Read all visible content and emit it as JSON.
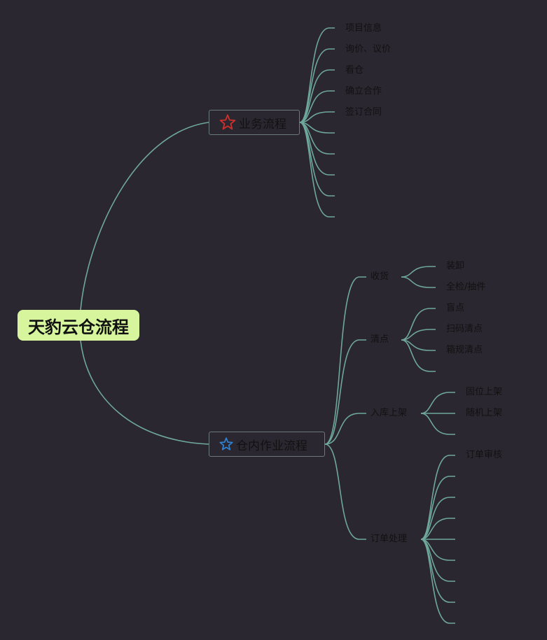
{
  "colors": {
    "background": "#2b2730",
    "connector": "#6ea89a",
    "root_fill": "#d6f59c",
    "branch_border": "#6a7a7c",
    "star_red": "#d0302a",
    "star_blue": "#2f86d8",
    "text": "#111111"
  },
  "root": {
    "label": "天豹云仓流程"
  },
  "branches": [
    {
      "label": "业务流程",
      "icon": "star-outline-red-icon",
      "items": [
        "项目信息",
        "询价、议价",
        "看仓",
        "确立合作",
        "签订合同",
        "",
        "",
        "",
        "",
        ""
      ]
    },
    {
      "label": "仓内作业流程",
      "icon": "star-outline-blue-icon",
      "groups": [
        {
          "label": "收货",
          "items": [
            "装卸",
            "全检/抽件"
          ]
        },
        {
          "label": "清点",
          "items": [
            "盲点",
            "扫码清点",
            "箱规清点",
            ""
          ]
        },
        {
          "label": "入库上架",
          "items": [
            "固位上架",
            "随机上架",
            ""
          ]
        },
        {
          "label": "订单处理",
          "items": [
            "订单审核",
            "",
            "",
            "",
            "",
            "",
            "",
            "",
            ""
          ]
        }
      ]
    }
  ]
}
